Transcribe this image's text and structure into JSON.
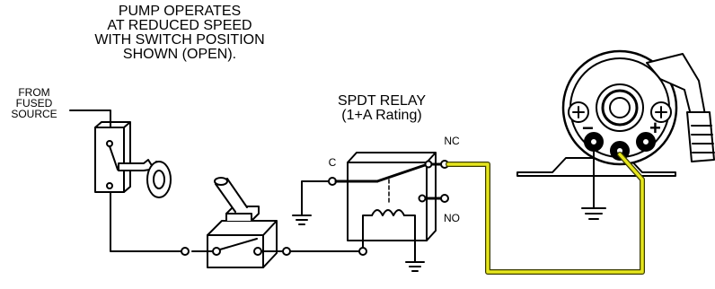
{
  "note": [
    "PUMP OPERATES",
    "AT REDUCED SPEED",
    "WITH SWITCH POSITION",
    "SHOWN (OPEN)."
  ],
  "source_label": [
    "FROM",
    "FUSED",
    "SOURCE"
  ],
  "relay": {
    "title": "SPDT RELAY",
    "rating": "(1+A Rating)",
    "terminal_c": "C",
    "terminal_nc": "NC",
    "terminal_no": "NO"
  },
  "pump": {
    "minus": "−",
    "plus": "+"
  },
  "colors": {
    "line": "#000000",
    "signal_wire": "#e6e61e",
    "signal_wire_edge": "#3a3a00",
    "fill": "#ffffff"
  },
  "icons": [
    "key-switch-icon",
    "toggle-switch-icon",
    "relay-coil-icon",
    "ground-icon",
    "fuel-pump-icon"
  ]
}
